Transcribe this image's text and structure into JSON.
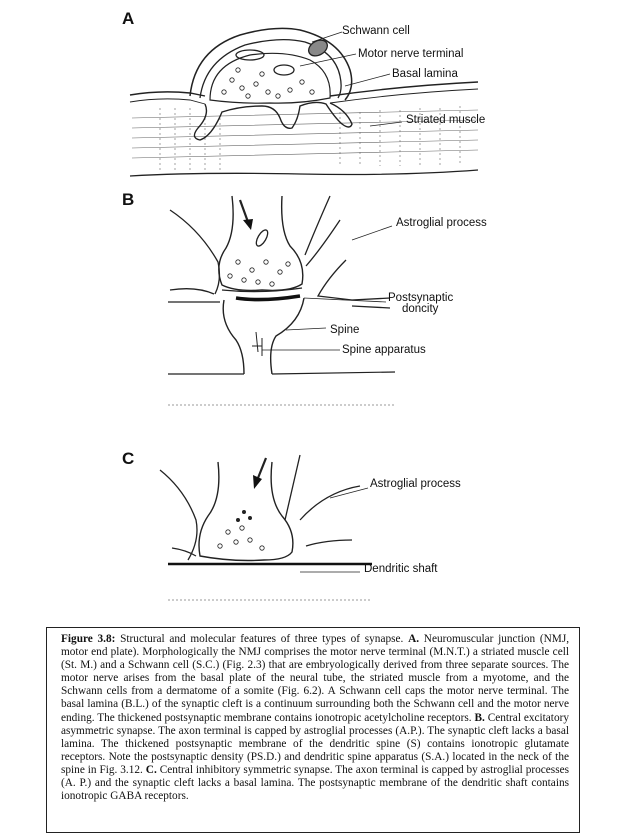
{
  "panels": {
    "a": {
      "letter": "A",
      "labels": {
        "schwann_cell": "Schwann cell",
        "motor_nerve_terminal": "Motor nerve terminal",
        "basal_lamina": "Basal lamina",
        "striated_muscle": "Striated muscle"
      }
    },
    "b": {
      "letter": "B",
      "labels": {
        "astroglial_process": "Astroglial process",
        "postsynaptic_density_line1": "Postsynaptic",
        "postsynaptic_density_line2": "doncity",
        "spine": "Spine",
        "spine_apparatus": "Spine apparatus"
      }
    },
    "c": {
      "letter": "C",
      "labels": {
        "astroglial_process": "Astroglial process",
        "dendritic_shaft": "Dendritic shaft"
      }
    }
  },
  "caption": {
    "figure_label": "Figure 3.8:",
    "title": "Structural and molecular features of three types of synapse.",
    "a_marker": "A.",
    "a_text": "Neuromuscular junction (NMJ, motor end plate). Morphologically the NMJ comprises the motor nerve terminal (M.N.T.) a striated muscle cell (St. M.) and a Schwann cell (S.C.) (Fig. 2.3) that are embryologically derived from three separate sources. The motor nerve arises from the basal plate of the neural tube, the striated muscle from a myotome, and the Schwann cells from a dermatome of a somite (Fig. 6.2). A Schwann cell caps the motor nerve terminal. The basal lamina (B.L.) of the synaptic cleft is a continuum surrounding both the Schwann cell and the motor nerve ending. The thickened postsynaptic membrane contains ionotropic acetylcholine receptors.",
    "b_marker": "B.",
    "b_text": "Central excitatory asymmetric synapse. The axon terminal is capped by astroglial processes (A.P.). The synaptic cleft lacks a basal lamina. The thickened postsynaptic membrane of the dendritic spine (S) contains ionotropic glutamate receptors. Note the postsynaptic density (PS.D.) and dendritic spine apparatus (S.A.) located in the neck of the spine in Fig. 3.12.",
    "c_marker": "C.",
    "c_text": "Central inhibitory symmetric synapse. The axon terminal is capped by astroglial processes (A. P.) and the synaptic cleft lacks a basal lamina. The postsynaptic membrane of the dendritic shaft contains ionotropic GABA receptors."
  }
}
